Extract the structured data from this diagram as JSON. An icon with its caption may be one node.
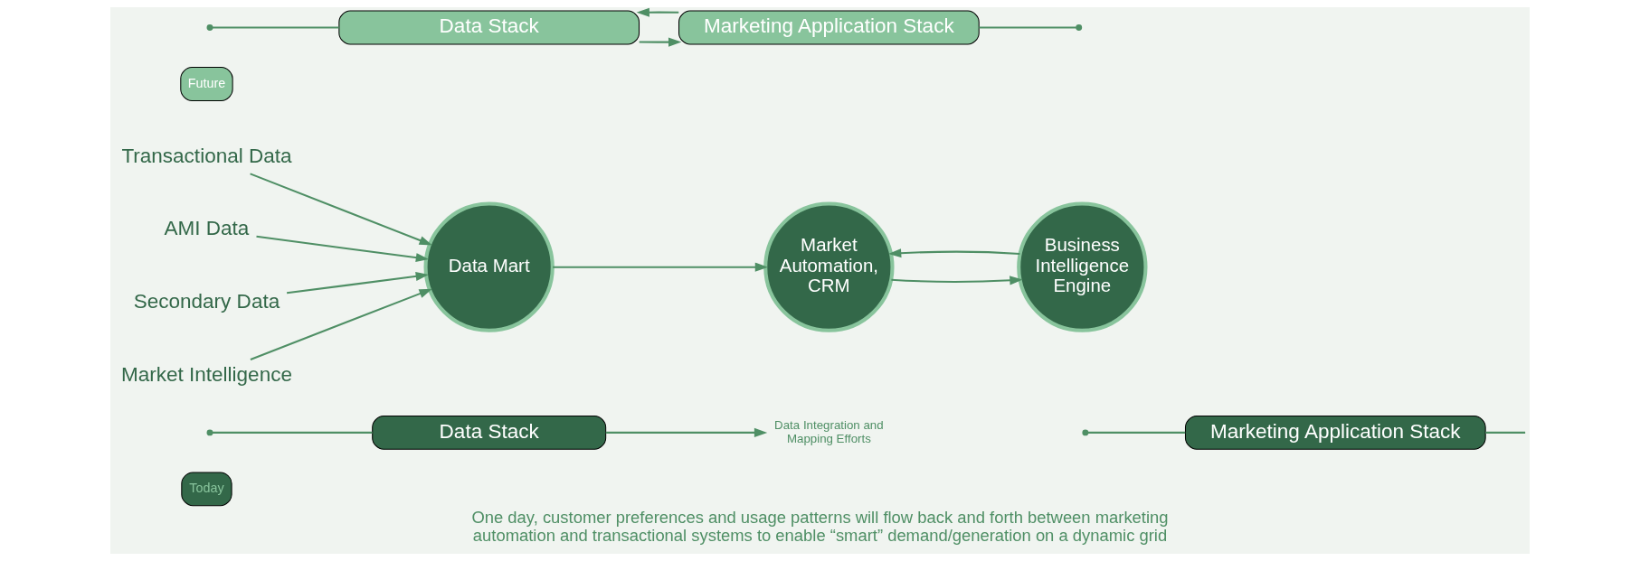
{
  "diagram": {
    "caption": "One day, customer preferences and usage patterns will flow back and forth between marketing automation and transactional systems to enable “smart” demand/generation on a dynamic grid",
    "nodes": [
      {
        "text": [
          "Today"
        ]
      },
      {
        "text": [
          "Data Stack"
        ]
      },
      {
        "text": [
          "Data Integration and Mapping Efforts"
        ]
      },
      {
        "text": [
          "Marketing Application Stack"
        ]
      },
      {
        "text": [
          "Transactional Data"
        ]
      },
      {
        "text": [
          "AMI Data"
        ]
      },
      {
        "text": [
          "Secondary Data"
        ]
      },
      {
        "text": [
          "Market Intelligence"
        ]
      },
      {
        "text": [
          "Data Mart"
        ]
      },
      {
        "text": [
          "Market Automation, CRM"
        ]
      },
      {
        "text": [
          "Business Intelligence Engine"
        ]
      },
      {
        "text": [
          "Future"
        ]
      },
      {
        "text": [
          "Data Stack"
        ]
      },
      {
        "text": [
          "Marketing Application Stack"
        ]
      }
    ],
    "edges": [
      {
        "from": null,
        "to": 1,
        "arrow": "other"
      },
      {
        "from": 1,
        "to": 2,
        "arrow": "to"
      },
      {
        "from": null,
        "to": 3,
        "arrow": "other"
      },
      {
        "from": 3,
        "to": null,
        "arrow": "none"
      },
      {
        "from": 4,
        "to": 8,
        "arrow": "to"
      },
      {
        "from": 5,
        "to": 8,
        "arrow": "to"
      },
      {
        "from": 6,
        "to": 8,
        "arrow": "to"
      },
      {
        "from": 7,
        "to": 8,
        "arrow": "to"
      },
      {
        "from": 8,
        "to": 9,
        "arrow": "to"
      },
      {
        "from": 9,
        "to": 10,
        "arrow": "to"
      },
      {
        "from": 10,
        "to": 9,
        "arrow": "to"
      },
      {
        "from": null,
        "to": 12,
        "arrow": "other"
      },
      {
        "from": 13,
        "to": 12,
        "arrow": "to"
      },
      {
        "from": 12,
        "to": 13,
        "arrow": "to"
      },
      {
        "from": 13,
        "to": null,
        "arrow": "other"
      }
    ]
  }
}
